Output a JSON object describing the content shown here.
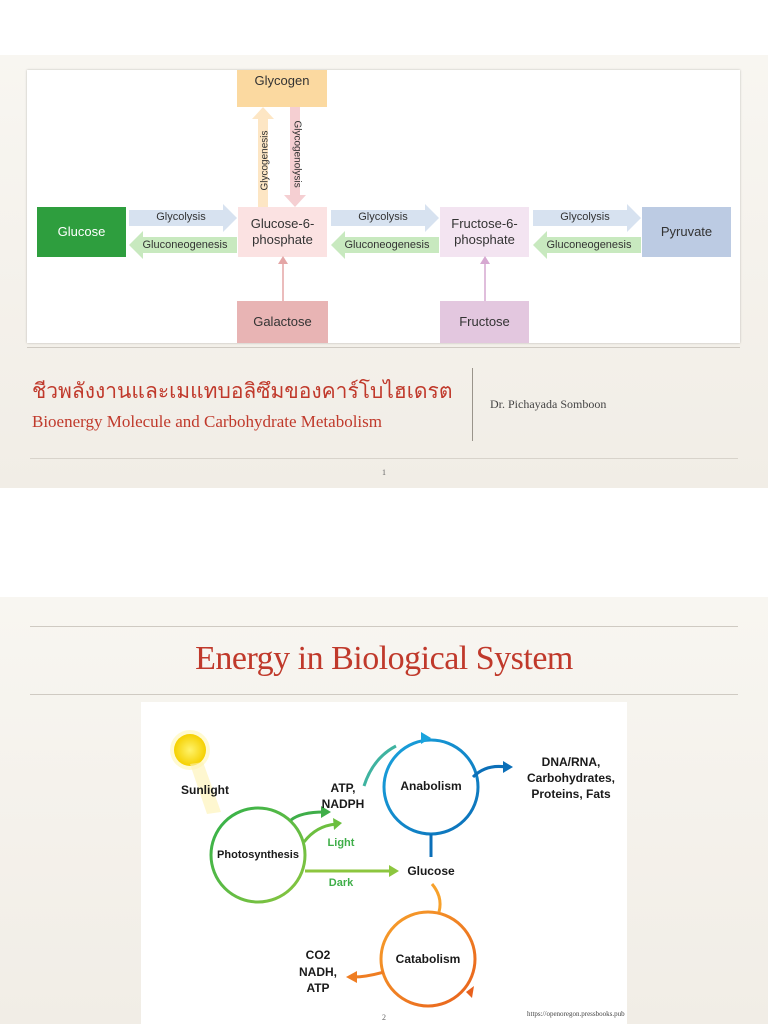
{
  "slide1": {
    "diagram": {
      "glycogen": "Glycogen",
      "glycogenesis": "Glycogenesis",
      "glycogenolysis": "Glycogenolysis",
      "glucose": "Glucose",
      "g6p": "Glucose-6-\nphosphate",
      "f6p": "Fructose-6-\nphosphate",
      "pyruvate": "Pyruvate",
      "galactose": "Galactose",
      "fructose": "Fructose",
      "glycolysis": "Glycolysis",
      "gluconeogenesis": "Gluconeogenesis"
    },
    "title_thai": "ชีวพลังงานและเมแทบอลิซึมของคาร์โบไฮเดรต",
    "title_en": "Bioenergy Molecule and Carbohydrate Metabolism",
    "author": "Dr. Pichayada Somboon",
    "page": "1"
  },
  "slide2": {
    "title": "Energy in Biological System",
    "diagram": {
      "sunlight": "Sunlight",
      "photosynthesis": "Photosynthesis",
      "atp_nadph": "ATP,\nNADPH",
      "light": "Light",
      "dark": "Dark",
      "anabolism": "Anabolism",
      "products": "DNA/RNA,\nCarbohydrates,\nProteins, Fats",
      "glucose": "Glucose",
      "catabolism": "Catabolism",
      "co2": "CO2",
      "nadh_atp": "NADH,\nATP"
    },
    "source": "https://openoregon.pressbooks.pub",
    "page": "2"
  },
  "colors": {
    "title_red": "#c0392b",
    "glucose_green": "#2e9e3e",
    "pyruvate_blue": "#bccbe3",
    "glycogen_orange": "#fbd9a0",
    "g6p_pink": "#fbe2e2",
    "galactose_pink": "#e8b4b4",
    "fructose_purple": "#e3c7df"
  }
}
